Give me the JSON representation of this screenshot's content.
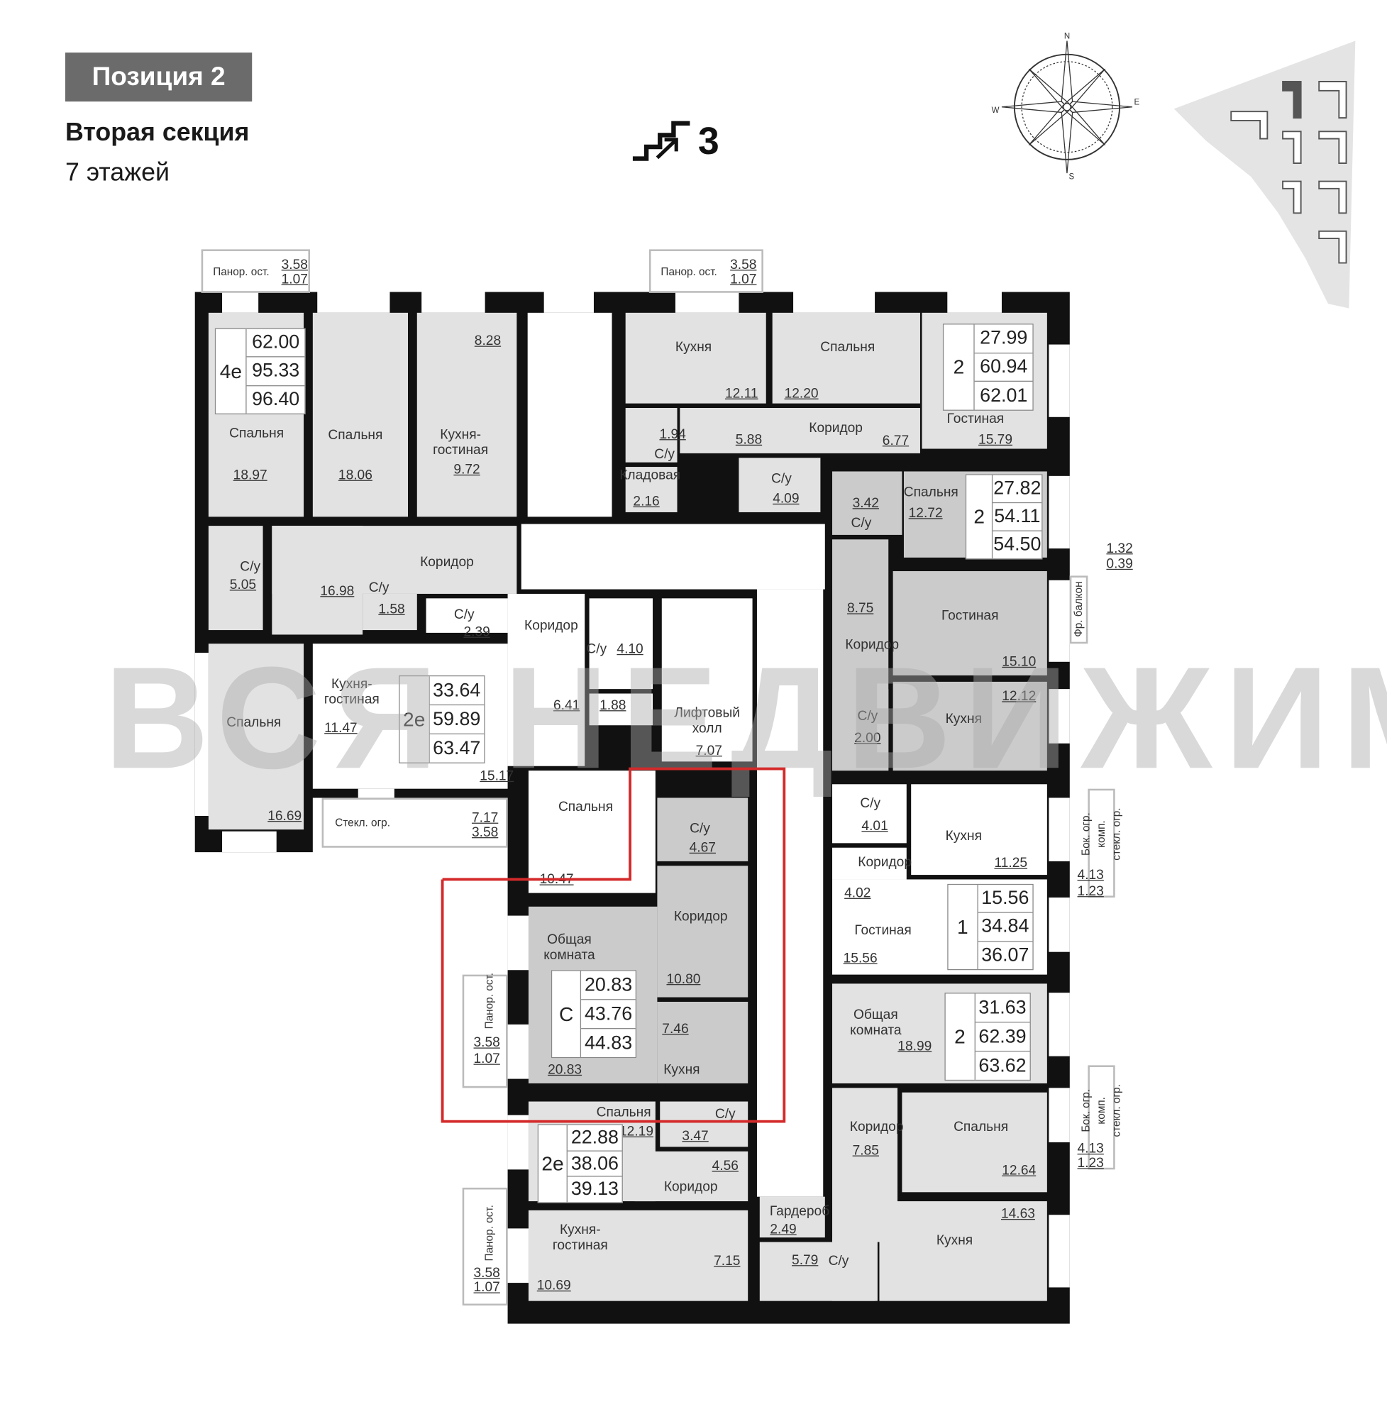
{
  "header": {
    "position_badge": "Позиция 2",
    "section_title": "Вторая секция",
    "floors": "7 этажей",
    "floor_number": "3"
  },
  "compass": {
    "n": "N",
    "e": "E",
    "s": "S",
    "w": "W"
  },
  "watermark": "ВСЯ НЕДВИЖИМОСТЬ",
  "colors": {
    "highlight": "#d42a2a",
    "wall": "#111111",
    "room_gray": "#e2e2e2",
    "room_dark": "#cbcbcb"
  },
  "apartments": [
    {
      "type": "4е",
      "living": "62.00",
      "total": "95.33",
      "total_with_balcony": "96.40",
      "rooms": [
        {
          "name": "Спальня",
          "area": "18.97"
        },
        {
          "name": "Спальня",
          "area": "18.06"
        },
        {
          "name": "Кухня-\nгостиная",
          "area": "9.72",
          "extra_area": "8.28"
        },
        {
          "name": "Коридор",
          "area": "16.98"
        },
        {
          "name": "С/у",
          "area": "5.05"
        },
        {
          "name": "С/у",
          "area": "1.58"
        },
        {
          "name": "Спальня",
          "area": "16.69"
        }
      ]
    },
    {
      "type": "2е",
      "living": "33.64",
      "total": "59.89",
      "total_with_balcony": "63.47",
      "rooms": [
        {
          "name": "Кухня-\nгостиная",
          "area": "11.47",
          "extra_area": "15.17"
        },
        {
          "name": "С/у",
          "area": "2.39"
        },
        {
          "name": "Коридор",
          "area": "6.41"
        },
        {
          "name": "С/у",
          "area": "4.10"
        },
        {
          "name": "",
          "area": "1.88"
        },
        {
          "name": "Спальня",
          "area": "10.47"
        }
      ]
    },
    {
      "type": "2",
      "living": "27.99",
      "total": "60.94",
      "total_with_balcony": "62.01",
      "rooms": [
        {
          "name": "Кухня",
          "area": "12.11"
        },
        {
          "name": "Спальня",
          "area": "12.20"
        },
        {
          "name": "Гостиная",
          "area": "15.79"
        },
        {
          "name": "Коридор",
          "area": "5.88",
          "extra_area": "6.77"
        },
        {
          "name": "С/у",
          "area": "1.94"
        },
        {
          "name": "Кладовая",
          "area": "2.16"
        },
        {
          "name": "С/у",
          "area": "4.09"
        }
      ]
    },
    {
      "type": "2",
      "living": "27.82",
      "total": "54.11",
      "total_with_balcony": "54.50",
      "rooms": [
        {
          "name": "С/у",
          "area": "3.42"
        },
        {
          "name": "Спальня",
          "area": "12.72"
        },
        {
          "name": "Коридор",
          "area": "8.75"
        },
        {
          "name": "Гостиная",
          "area": "15.10"
        },
        {
          "name": "Кухня",
          "area": "12.12"
        },
        {
          "name": "С/у",
          "area": "2.00"
        }
      ]
    },
    {
      "type": "1",
      "living": "15.56",
      "total": "34.84",
      "total_with_balcony": "36.07",
      "rooms": [
        {
          "name": "С/у",
          "area": "4.01"
        },
        {
          "name": "Кухня",
          "area": "11.25"
        },
        {
          "name": "Коридор",
          "area": "4.02"
        },
        {
          "name": "Гостиная",
          "area": "15.56"
        }
      ]
    },
    {
      "type": "2",
      "living": "31.63",
      "total": "62.39",
      "total_with_balcony": "63.62",
      "rooms": [
        {
          "name": "Общая\nкомната",
          "area": "18.99"
        },
        {
          "name": "Коридор",
          "area": "7.85"
        },
        {
          "name": "Спальня",
          "area": "12.64"
        },
        {
          "name": "Кухня",
          "area": "14.63"
        },
        {
          "name": "Гардероб",
          "area": "2.49"
        },
        {
          "name": "С/у",
          "area": "5.79"
        }
      ]
    },
    {
      "type": "С",
      "living": "20.83",
      "total": "43.76",
      "total_with_balcony": "44.83",
      "rooms": [
        {
          "name": "С/у",
          "area": "4.67"
        },
        {
          "name": "Коридор",
          "area": "10.80"
        },
        {
          "name": "Общая\nкомната",
          "area": "20.83"
        },
        {
          "name": "Кухня",
          "area": "7.46"
        }
      ]
    },
    {
      "type": "2е",
      "living": "22.88",
      "total": "38.06",
      "total_with_balcony": "39.13",
      "rooms": [
        {
          "name": "Спальня",
          "area": "12.19"
        },
        {
          "name": "С/у",
          "area": "3.47"
        },
        {
          "name": "Коридор",
          "area": "4.56"
        },
        {
          "name": "Кухня-\nгостиная",
          "area": "10.69",
          "extra_area": "7.15"
        }
      ]
    }
  ],
  "common": [
    {
      "name": "Коридор"
    },
    {
      "name": "Лифтовый\nхолл",
      "area": "7.07"
    }
  ],
  "balconies": [
    {
      "label": "Панор. ост.",
      "area": "3.58",
      "reduced_area": "1.07"
    },
    {
      "label": "Панор. ост.",
      "area": "3.58",
      "reduced_area": "1.07"
    },
    {
      "label": "Стекл. огр.",
      "area": "7.17",
      "reduced_area": "3.58"
    },
    {
      "label": "Фр. балкон",
      "area": "1.32",
      "reduced_area": "0.39"
    },
    {
      "label": "Бок. огр.\nкомп.\nстекл. огр.",
      "area": "4.13",
      "reduced_area": "1.23"
    },
    {
      "label": "Бок. огр.\nкомп.\nстекл. огр.",
      "area": "4.13",
      "reduced_area": "1.23"
    },
    {
      "label": "Панор. ост.",
      "area": "3.58",
      "reduced_area": "1.07"
    },
    {
      "label": "Панор. ост.",
      "area": "3.58",
      "reduced_area": "1.07"
    }
  ]
}
